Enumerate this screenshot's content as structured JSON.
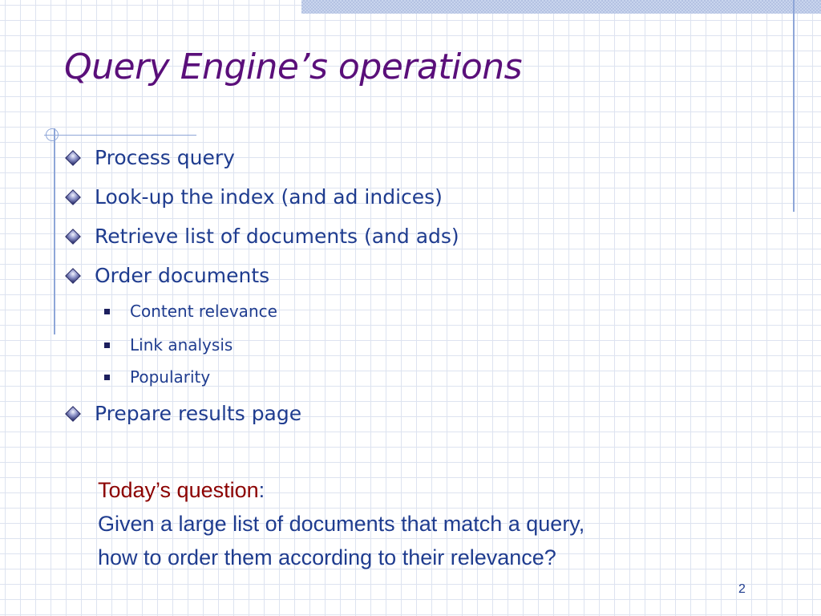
{
  "slide": {
    "title": "Query Engine’s operations",
    "bullets": [
      {
        "text": "Process query"
      },
      {
        "text": "Look-up the index (and ad indices)"
      },
      {
        "text": "Retrieve list of documents (and ads)"
      },
      {
        "text": "Order documents",
        "subitems": [
          "Content relevance",
          "Link analysis",
          "Popularity"
        ]
      },
      {
        "text": "Prepare results page"
      }
    ],
    "question": {
      "label": "Today’s question",
      "colon": ":",
      "line1": "Given a large list of documents that match a query,",
      "line2": "how to order them according to their relevance?"
    },
    "page_number": "2"
  },
  "colors": {
    "title": "#5a0f7a",
    "body_text": "#1f3c8f",
    "question_label": "#8b0000",
    "grid": "#dde3f0",
    "accent_lines": "#8ea6d8"
  },
  "icons": {
    "level1_bullet": "diamond-bullet-icon",
    "level2_bullet": "square-bullet-icon"
  }
}
